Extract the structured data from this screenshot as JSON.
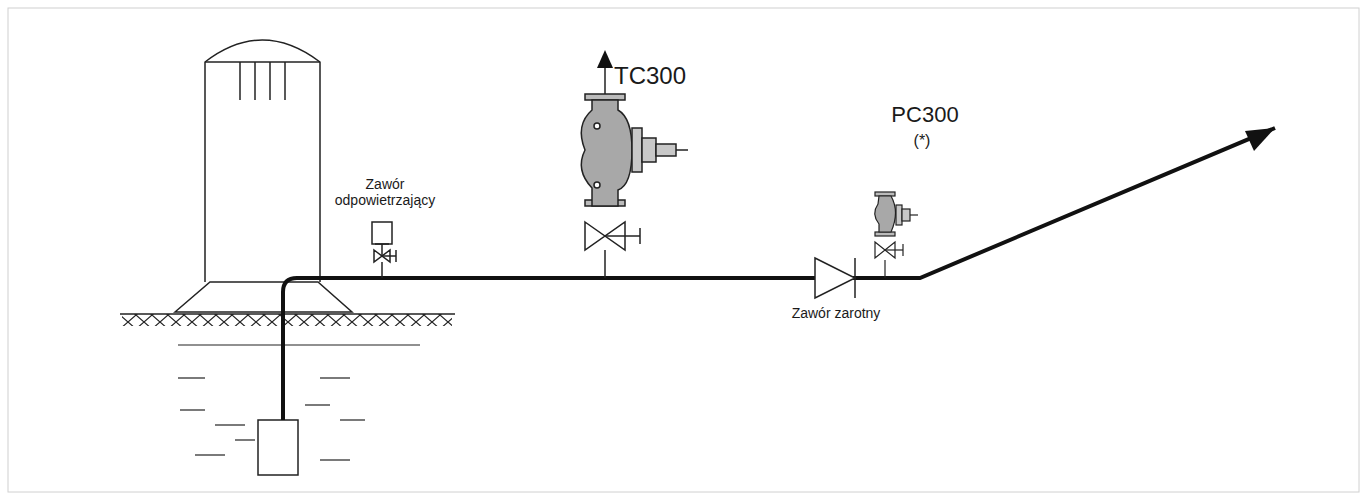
{
  "diagram": {
    "labels": [
      "TC300",
      "PC300",
      "(*)",
      "Zawór odpowietrzający",
      "Zawór zarotny"
    ]
  }
}
